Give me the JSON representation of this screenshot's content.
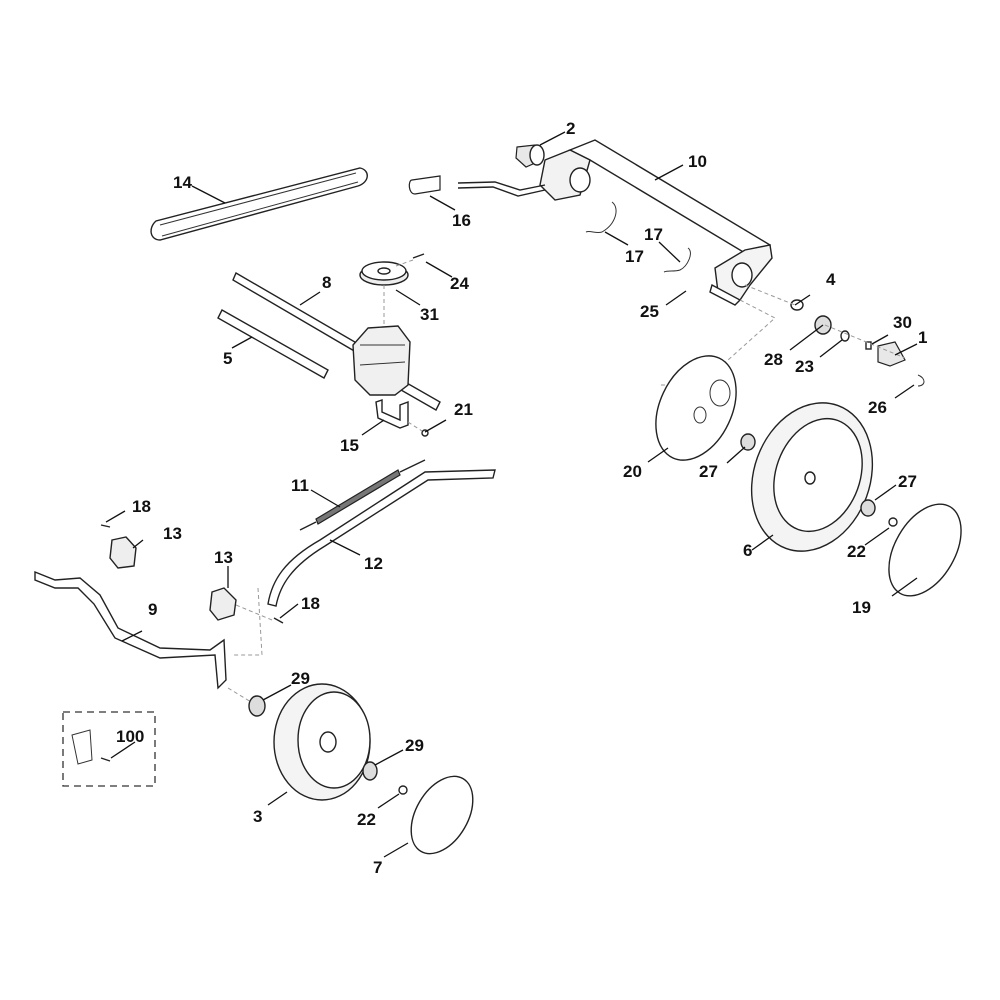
{
  "diagram": {
    "title": "Exploded parts diagram - drive, axles and wheels",
    "callouts": [
      {
        "id": "c1",
        "label": "1",
        "part": "pinion"
      },
      {
        "id": "c2",
        "label": "2",
        "part": "pinion"
      },
      {
        "id": "c3",
        "label": "3",
        "part": "front-wheel"
      },
      {
        "id": "c4",
        "label": "4",
        "part": "washer"
      },
      {
        "id": "c5",
        "label": "5",
        "part": "rod"
      },
      {
        "id": "c6",
        "label": "6",
        "part": "rear-wheel"
      },
      {
        "id": "c7",
        "label": "7",
        "part": "front-hubcap"
      },
      {
        "id": "c8",
        "label": "8",
        "part": "drive-shaft"
      },
      {
        "id": "c9",
        "label": "9",
        "part": "front-axle"
      },
      {
        "id": "c10",
        "label": "10",
        "part": "rear-axle-lever"
      },
      {
        "id": "c11",
        "label": "11",
        "part": "tension-spring"
      },
      {
        "id": "c12",
        "label": "12",
        "part": "rod"
      },
      {
        "id": "c13a",
        "label": "13",
        "part": "bearing-bracket"
      },
      {
        "id": "c13b",
        "label": "13",
        "part": "bearing-bracket"
      },
      {
        "id": "c14",
        "label": "14",
        "part": "v-belt"
      },
      {
        "id": "c15",
        "label": "15",
        "part": "bracket"
      },
      {
        "id": "c16",
        "label": "16",
        "part": "handle-grip"
      },
      {
        "id": "c17a",
        "label": "17",
        "part": "spring-clip"
      },
      {
        "id": "c17b",
        "label": "17",
        "part": "spring-clip"
      },
      {
        "id": "c18a",
        "label": "18",
        "part": "screw"
      },
      {
        "id": "c18b",
        "label": "18",
        "part": "screw"
      },
      {
        "id": "c19",
        "label": "19",
        "part": "rear-hubcap"
      },
      {
        "id": "c20",
        "label": "20",
        "part": "wheel-cover-disc"
      },
      {
        "id": "c21",
        "label": "21",
        "part": "screw"
      },
      {
        "id": "c22a",
        "label": "22",
        "part": "nut"
      },
      {
        "id": "c22b",
        "label": "22",
        "part": "nut"
      },
      {
        "id": "c23",
        "label": "23",
        "part": "o-ring"
      },
      {
        "id": "c24",
        "label": "24",
        "part": "pin"
      },
      {
        "id": "c25",
        "label": "25",
        "part": "retaining-ring"
      },
      {
        "id": "c26",
        "label": "26",
        "part": "e-clip"
      },
      {
        "id": "c27a",
        "label": "27",
        "part": "bearing"
      },
      {
        "id": "c27b",
        "label": "27",
        "part": "bearing"
      },
      {
        "id": "c28",
        "label": "28",
        "part": "bearing"
      },
      {
        "id": "c29a",
        "label": "29",
        "part": "bearing"
      },
      {
        "id": "c29b",
        "label": "29",
        "part": "bearing"
      },
      {
        "id": "c30",
        "label": "30",
        "part": "key"
      },
      {
        "id": "c31",
        "label": "31",
        "part": "pulley"
      },
      {
        "id": "c100",
        "label": "100",
        "part": "kit"
      }
    ]
  }
}
